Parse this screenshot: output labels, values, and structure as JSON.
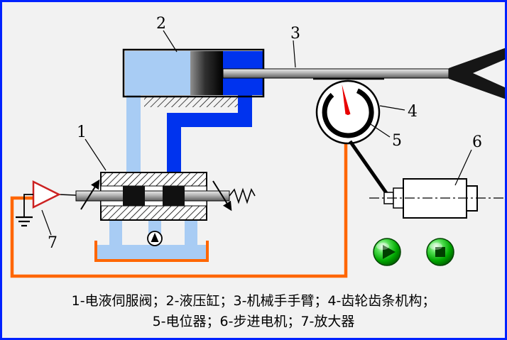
{
  "labels": {
    "servo_valve": "1",
    "cylinder": "2",
    "arm": "3",
    "rack_pinion": "4",
    "potentiometer": "5",
    "stepper_motor": "6",
    "amplifier": "7"
  },
  "caption": {
    "line1": "1-电液伺服阀；2-液压缸；3-机械手手臂；4-齿轮齿条机构；",
    "line2": "5-电位器；6-步进电机；7-放大器"
  },
  "controls": {
    "play_icon_glyph": "▶",
    "stop_icon_glyph": "■"
  },
  "colors": {
    "frame_border": "#0022ff",
    "background": "#f2f2f2",
    "fluid_light": "#a8ccf4",
    "fluid_dark": "#0033ee",
    "feedback_wire": "#ff6600",
    "needle_red": "#e80000",
    "button_green": "#00a800",
    "amplifier_outline": "#cc2222"
  }
}
